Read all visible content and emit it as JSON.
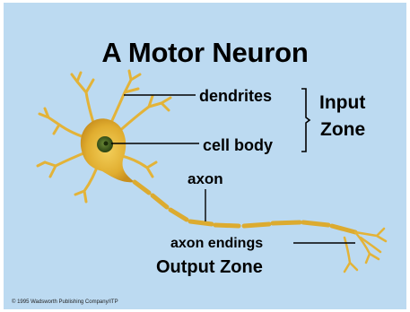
{
  "diagram": {
    "title": "A Motor Neuron",
    "labels": {
      "dendrites": "dendrites",
      "cell_body": "cell body",
      "input_zone_line1": "Input",
      "input_zone_line2": "Zone",
      "axon": "axon",
      "axon_endings": "axon endings",
      "output_zone": "Output Zone"
    },
    "copyright": "© 1995 Wadsworth Publishing Company/ITP"
  },
  "colors": {
    "background": "#bcdaf1",
    "neuron": "#e3b338",
    "nucleus": "#3a5a1e"
  }
}
